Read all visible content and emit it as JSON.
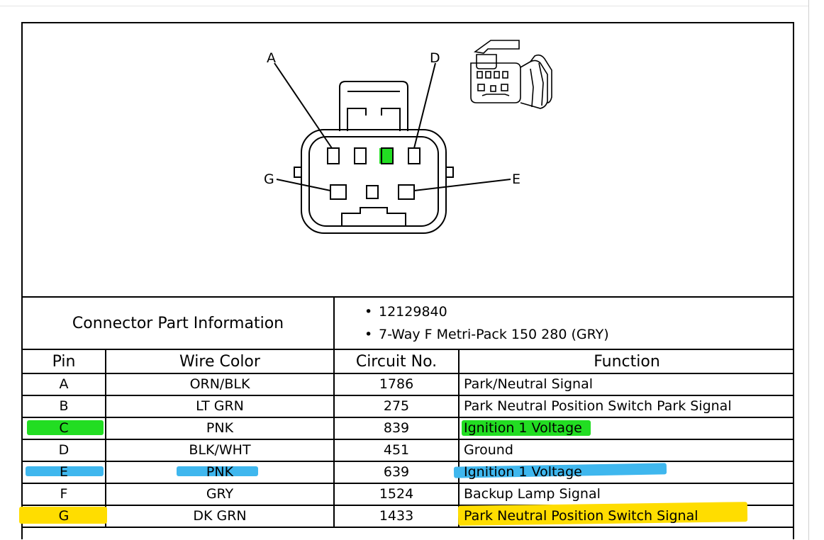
{
  "connector": {
    "pin_letters": [
      "A",
      "D",
      "G",
      "E"
    ],
    "highlight_colors": {
      "green": "#22dd22",
      "blue": "#3fb7ee",
      "yellow": "#ffdd00"
    }
  },
  "part_info": {
    "title": "Connector Part Information",
    "items": [
      "12129840",
      "7-Way F Metri-Pack 150 280 (GRY)"
    ]
  },
  "table": {
    "headers": [
      "Pin",
      "Wire Color",
      "Circuit No.",
      "Function"
    ],
    "rows": [
      {
        "pin": "A",
        "wire": "ORN/BLK",
        "circuit": "1786",
        "function": "Park/Neutral Signal",
        "highlight": ""
      },
      {
        "pin": "B",
        "wire": "LT GRN",
        "circuit": "275",
        "function": "Park Neutral Position Switch Park Signal",
        "highlight": ""
      },
      {
        "pin": "C",
        "wire": "PNK",
        "circuit": "839",
        "function": "Ignition 1 Voltage",
        "highlight": "green"
      },
      {
        "pin": "D",
        "wire": "BLK/WHT",
        "circuit": "451",
        "function": "Ground",
        "highlight": ""
      },
      {
        "pin": "E",
        "wire": "PNK",
        "circuit": "639",
        "function": "Ignition 1 Voltage",
        "highlight": "blue"
      },
      {
        "pin": "F",
        "wire": "GRY",
        "circuit": "1524",
        "function": "Backup Lamp Signal",
        "highlight": ""
      },
      {
        "pin": "G",
        "wire": "DK GRN",
        "circuit": "1433",
        "function": "Park Neutral Position Switch Signal",
        "highlight": "yellow"
      }
    ]
  }
}
